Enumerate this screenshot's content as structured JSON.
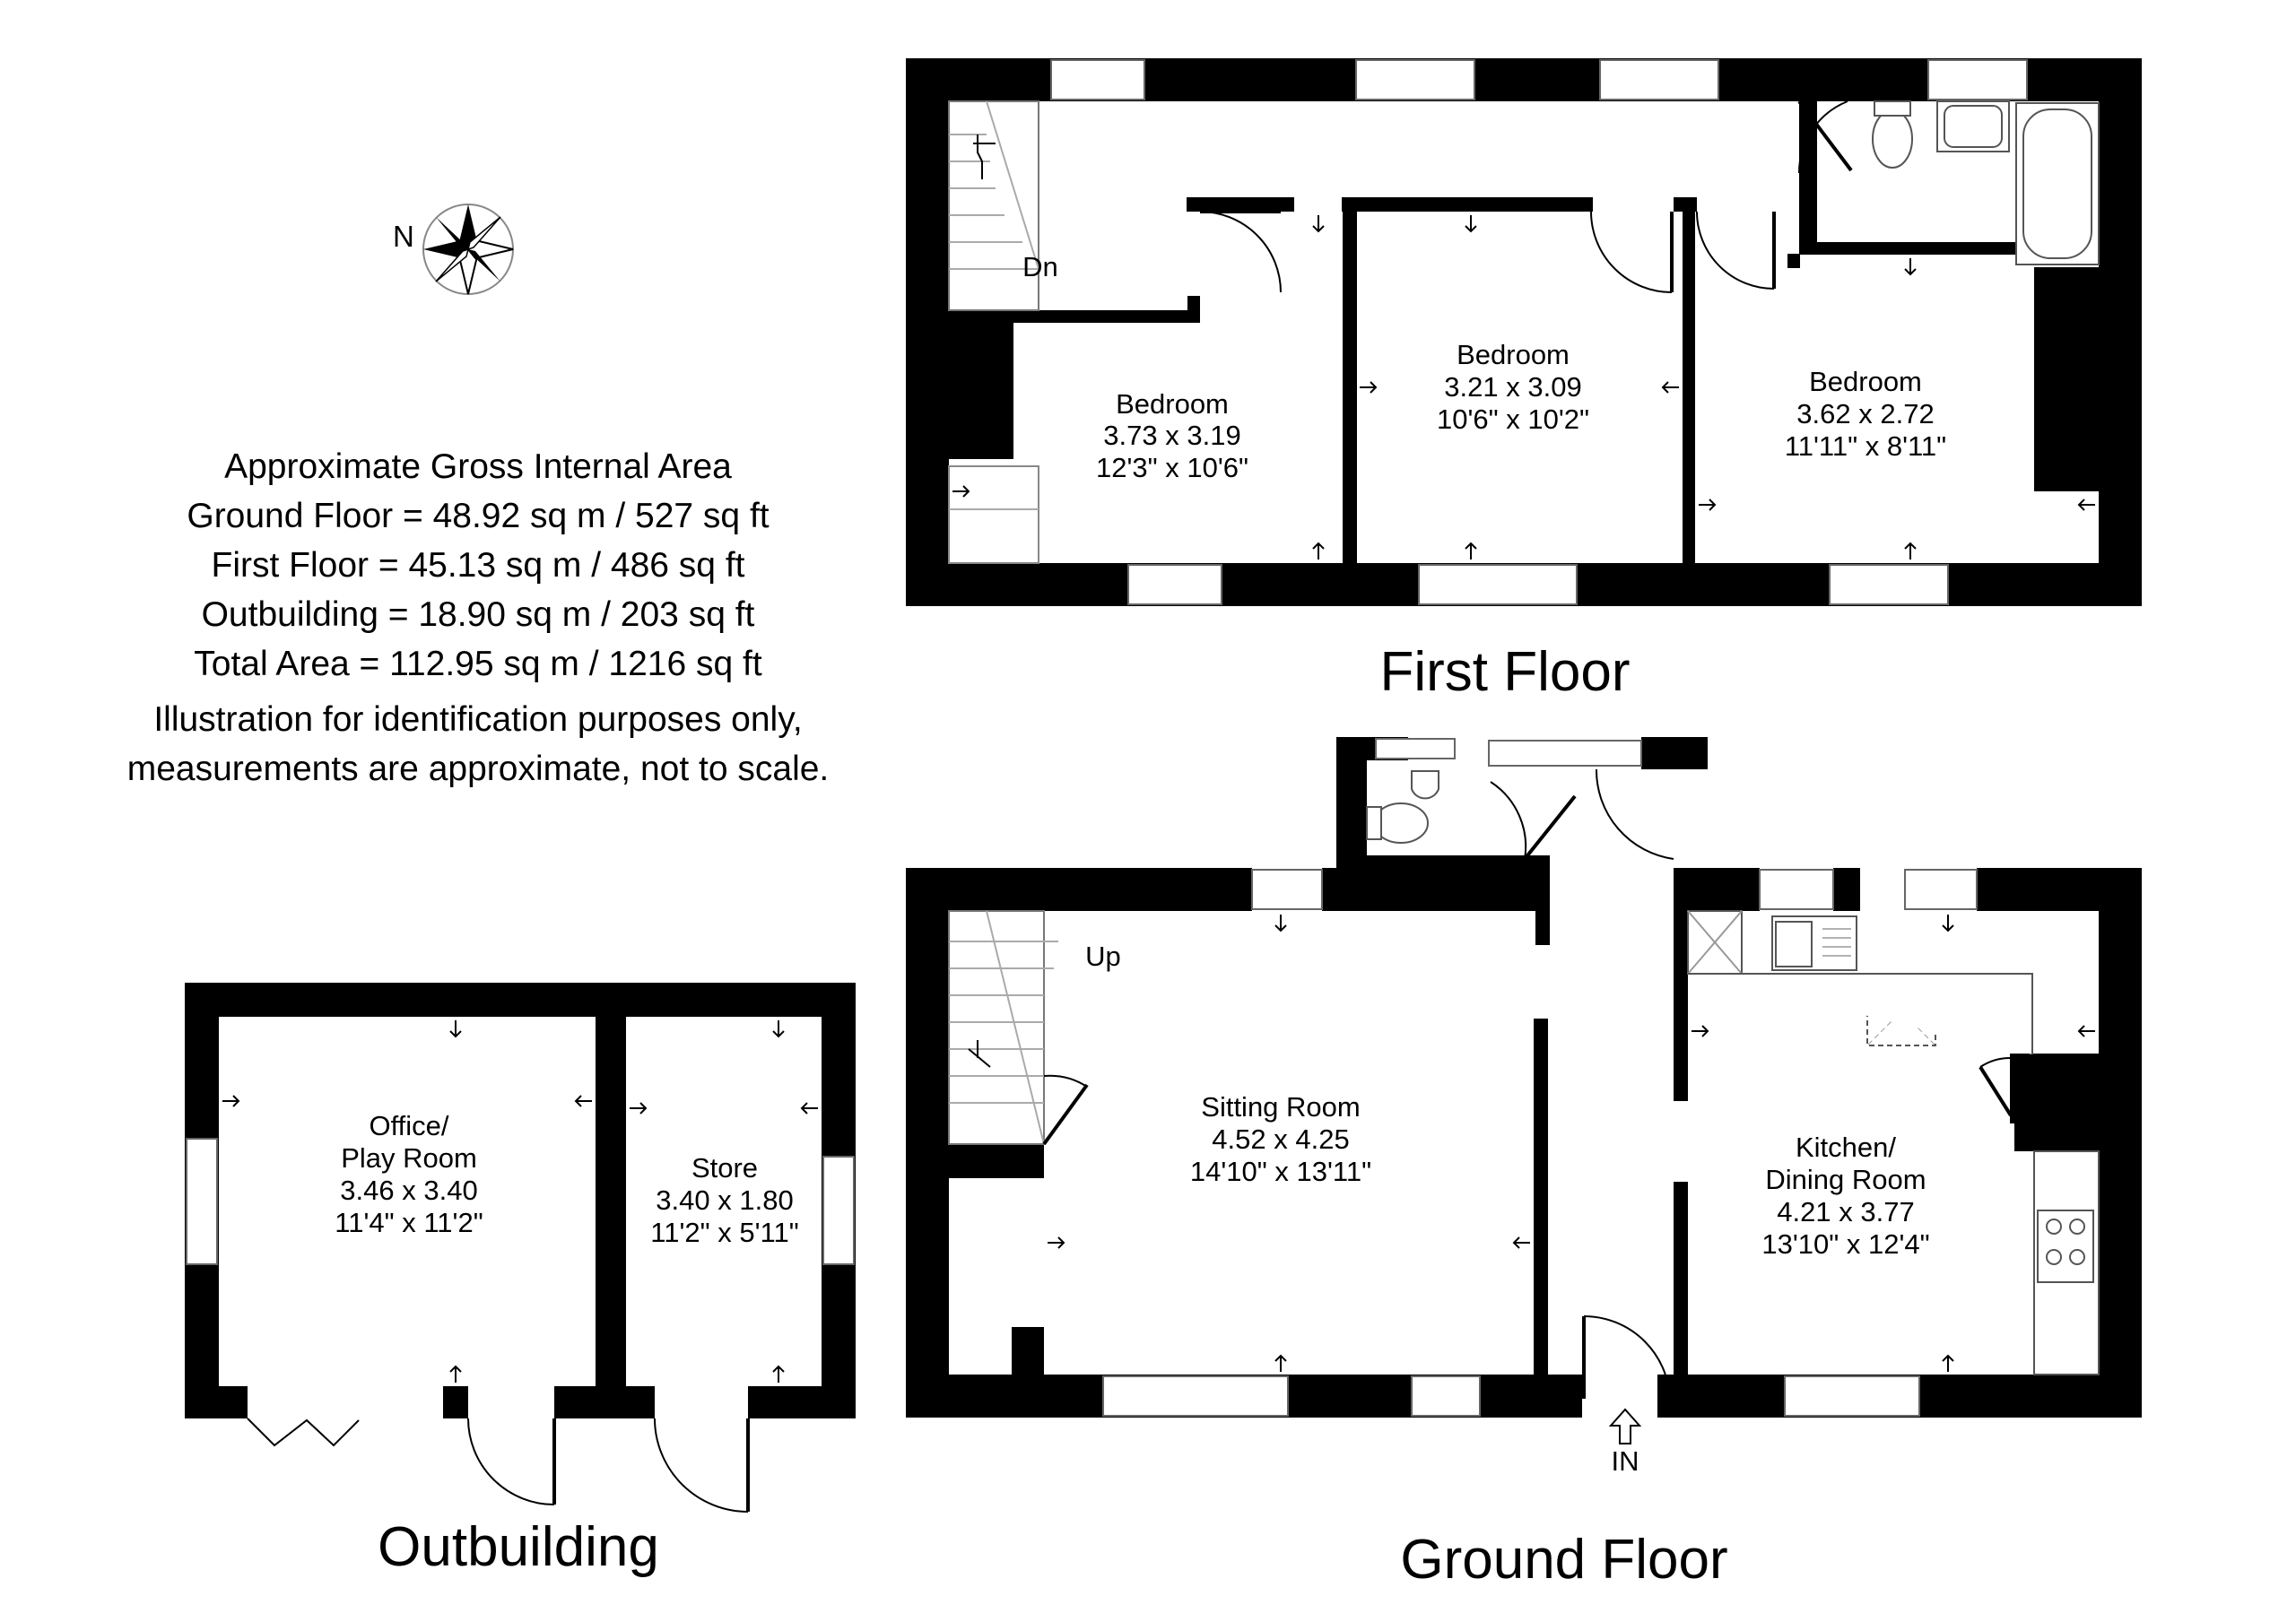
{
  "compass": {
    "label": "N",
    "icon": "compass-rose-icon"
  },
  "area_summary": {
    "lines": [
      "Approximate Gross Internal Area",
      "Ground Floor = 48.92 sq m / 527 sq ft",
      "First Floor = 45.13 sq m / 486 sq ft",
      "Outbuilding = 18.90 sq m / 203 sq ft",
      "Total Area = 112.95 sq m / 1216 sq ft",
      "Illustration for identification purposes only,",
      "measurements are approximate, not to scale."
    ]
  },
  "first_floor": {
    "caption": "First Floor",
    "stairs_label": "Dn",
    "rooms": [
      {
        "name": "Bedroom",
        "metric": "3.73 x 3.19",
        "imperial": "12'3\" x 10'6\""
      },
      {
        "name": "Bedroom",
        "metric": "3.21 x 3.09",
        "imperial": "10'6\" x 10'2\""
      },
      {
        "name": "Bedroom",
        "metric": "3.62 x 2.72",
        "imperial": "11'11\" x 8'11\""
      }
    ]
  },
  "ground_floor": {
    "caption": "Ground Floor",
    "stairs_label": "Up",
    "entrance_label": "IN",
    "rooms": [
      {
        "name": "Sitting Room",
        "metric": "4.52 x 4.25",
        "imperial": "14'10\" x 13'11\""
      },
      {
        "name_line1": "Kitchen/",
        "name_line2": "Dining Room",
        "metric": "4.21 x 3.77",
        "imperial": "13'10\" x 12'4\""
      }
    ]
  },
  "outbuilding": {
    "caption": "Outbuilding",
    "rooms": [
      {
        "name_line1": "Office/",
        "name_line2": "Play Room",
        "metric": "3.46 x 3.40",
        "imperial": "11'4\" x 11'2\""
      },
      {
        "name": "Store",
        "metric": "3.40 x 1.80",
        "imperial": "11'2\" x 5'11\""
      }
    ]
  }
}
